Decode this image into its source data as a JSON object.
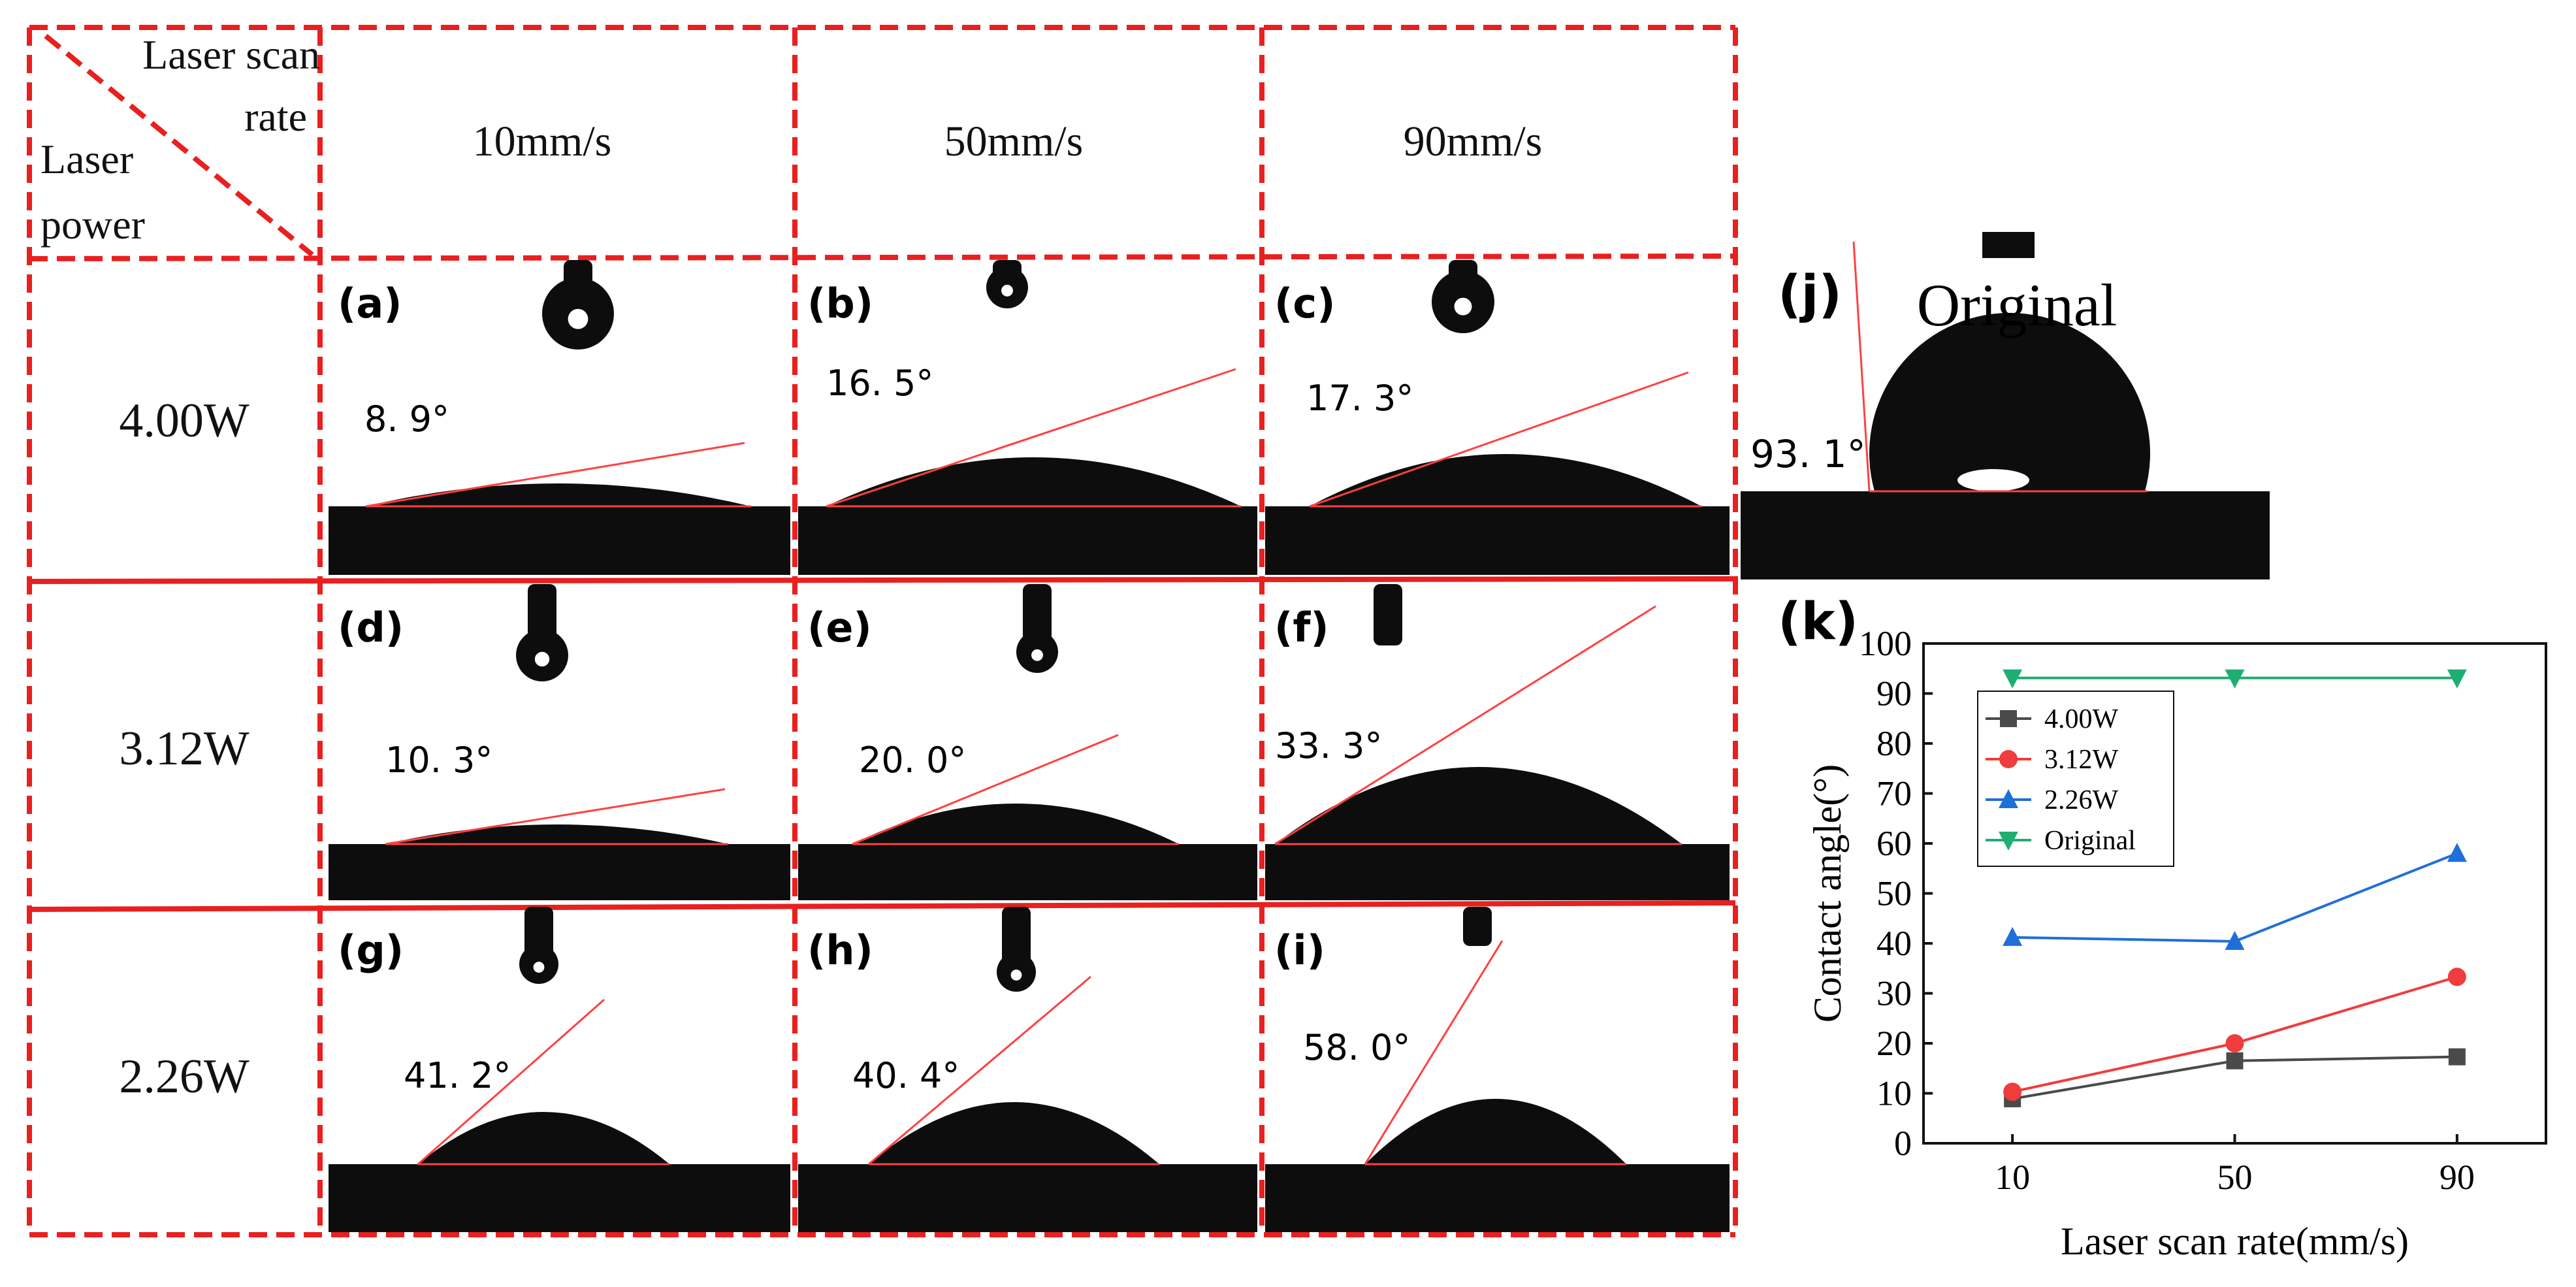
{
  "grid": {
    "corner_top_label": "Laser scan rate",
    "corner_top_line1": "Laser scan",
    "corner_top_line2": "rate",
    "corner_left_line1": "Laser",
    "corner_left_line2": "power",
    "col_headers": [
      "10mm/s",
      "50mm/s",
      "90mm/s"
    ],
    "row_headers": [
      "4.00W",
      "3.12W",
      "2.26W"
    ]
  },
  "panels": [
    {
      "letter": "(a)",
      "angle": "8. 9°"
    },
    {
      "letter": "(b)",
      "angle": "16. 5°"
    },
    {
      "letter": "(c)",
      "angle": "17. 3°"
    },
    {
      "letter": "(d)",
      "angle": "10. 3°"
    },
    {
      "letter": "(e)",
      "angle": "20. 0°"
    },
    {
      "letter": "(f)",
      "angle": "33. 3°"
    },
    {
      "letter": "(g)",
      "angle": "41. 2°"
    },
    {
      "letter": "(h)",
      "angle": "40. 4°"
    },
    {
      "letter": "(i)",
      "angle": "58. 0°"
    }
  ],
  "panel_j": {
    "letter": "(j)",
    "title": "Original",
    "angle": "93. 1°"
  },
  "panel_k": {
    "letter": "(k)"
  },
  "chart_data": {
    "type": "line",
    "xlabel": "Laser scan rate(mm/s)",
    "ylabel": "Contact angle(°)",
    "x": [
      10,
      50,
      90
    ],
    "xticks": [
      10,
      50,
      90
    ],
    "yticks": [
      0,
      10,
      20,
      30,
      40,
      50,
      60,
      70,
      80,
      90,
      100
    ],
    "ylim": [
      0,
      100
    ],
    "legend_position": "top-left",
    "series": [
      {
        "name": "4.00W",
        "values": [
          8.9,
          16.5,
          17.3
        ],
        "color": "#4a4a4a",
        "marker": "square"
      },
      {
        "name": "3.12W",
        "values": [
          10.3,
          20.0,
          33.3
        ],
        "color": "#f03c3c",
        "marker": "circle"
      },
      {
        "name": "2.26W",
        "values": [
          41.2,
          40.4,
          58.0
        ],
        "color": "#1f6fd8",
        "marker": "triangle-up"
      },
      {
        "name": "Original",
        "values": [
          93.1,
          93.1,
          93.1
        ],
        "color": "#1fae72",
        "marker": "triangle-down"
      }
    ]
  },
  "colors": {
    "grid_line": "#e8201f",
    "contact_line": "#ff4040",
    "droplet": "#0d0d0d"
  }
}
